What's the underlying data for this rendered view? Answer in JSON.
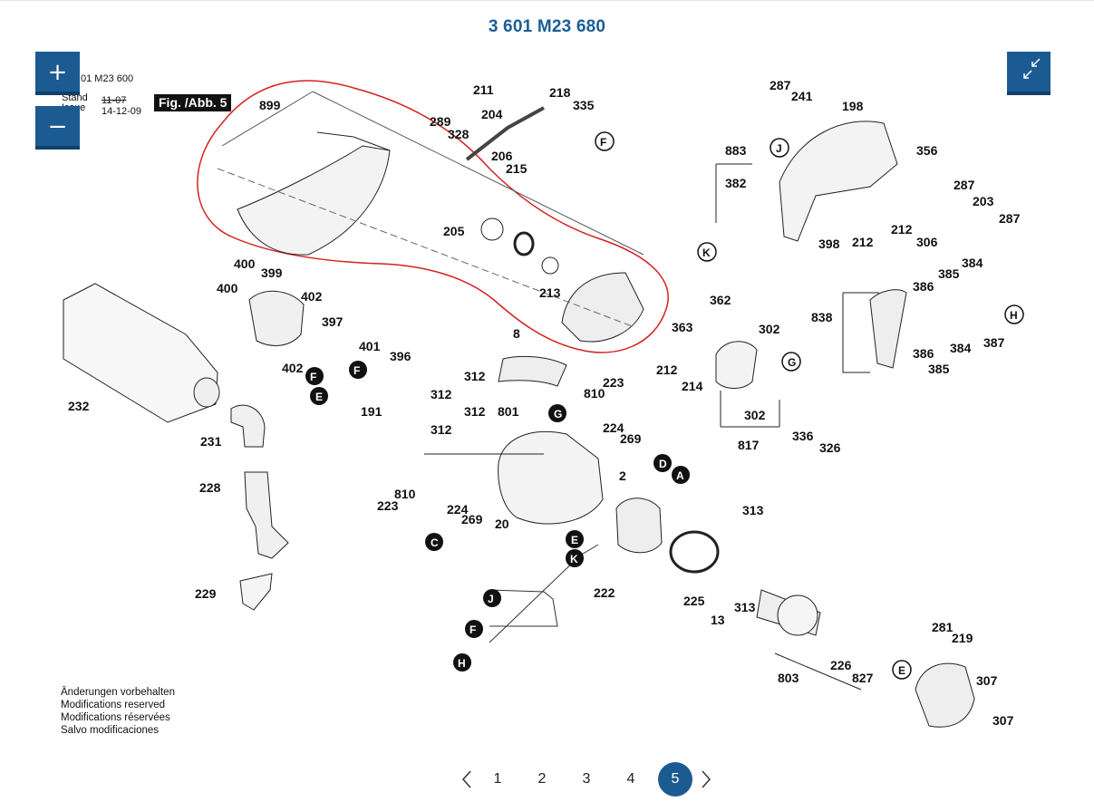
{
  "page": {
    "title": "3 601 M23 680"
  },
  "controls": {
    "zoom_in_label": "+",
    "zoom_out_label": "−"
  },
  "sheet": {
    "code": "01 M23 600",
    "stand_label_1": "Stand",
    "stand_label_2": "Issue",
    "stand_date_1": "11-07",
    "stand_date_2": "14-12-09",
    "figure_label": "Fig. /Abb. 5",
    "notes": [
      "Änderungen vorbehalten",
      "Modifications reserved",
      "Modifications réservées",
      "Salvo modificaciones"
    ]
  },
  "part_numbers": [
    "899",
    "211",
    "218",
    "335",
    "204",
    "289",
    "328",
    "206",
    "215",
    "205",
    "213",
    "287",
    "241",
    "198",
    "883",
    "382",
    "356",
    "287",
    "203",
    "287",
    "398",
    "212",
    "212",
    "306",
    "400",
    "399",
    "400",
    "402",
    "397",
    "402",
    "401",
    "396",
    "191",
    "232",
    "231",
    "228",
    "229",
    "8",
    "362",
    "363",
    "302",
    "212",
    "214",
    "302",
    "817",
    "336",
    "326",
    "312",
    "312",
    "312",
    "312",
    "801",
    "810",
    "223",
    "224",
    "269",
    "2",
    "810",
    "223",
    "224",
    "269",
    "20",
    "313",
    "222",
    "225",
    "13",
    "313",
    "803",
    "226",
    "827",
    "281",
    "219",
    "307",
    "307",
    "838",
    "386",
    "385",
    "384",
    "386",
    "384",
    "385",
    "387"
  ],
  "callout_letters": [
    "F",
    "J",
    "K",
    "G",
    "H",
    "F",
    "F",
    "E",
    "G",
    "D",
    "A",
    "C",
    "E",
    "K",
    "J",
    "F",
    "H"
  ],
  "pagination": {
    "pages": [
      "1",
      "2",
      "3",
      "4",
      "5"
    ],
    "active": "5"
  }
}
